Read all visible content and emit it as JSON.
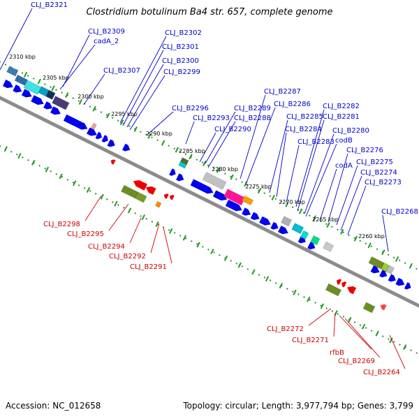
{
  "title": "Clostridium botulinum Ba4 str. 657, complete genome",
  "footer": {
    "accession": "Accession: NC_012658",
    "summary": "Topology: circular; Length: 3,977,794 bp; Genes: 3,799"
  },
  "colors": {
    "backbone": "#8c8c8c",
    "dots": "#229922",
    "cds": "#0000ee",
    "label_forward": "#0000cc",
    "label_reverse": "#cc0000",
    "olive": "#6b8e23",
    "red": "#ee0000",
    "cyan": "#00cccc",
    "grey": "#c0c0c0",
    "magenta": "#ff1493",
    "orange": "#ff9900",
    "purple": "#4b3c78",
    "green": "#00dd88"
  },
  "ticks": [
    "2310 kbp",
    "2305 kbp",
    "2300 kbp",
    "2295 kbp",
    "2290 kbp",
    "2285 kbp",
    "2280 kbp",
    "2275 kbp",
    "2270 kbp",
    "2265 kbp",
    "2260 kbp"
  ],
  "labels_forward": [
    "CLJ_B2321",
    "CLJ_B2309",
    "cadA_2",
    "CLJ_B2307",
    "CLJ_B2302",
    "CLJ_B2301",
    "CLJ_B2300",
    "CLJ_B2299",
    "CLJ_B2296",
    "CLJ_B2293",
    "CLJ_B2290",
    "CLJ_B2289",
    "CLJ_B2288",
    "CLJ_B2287",
    "CLJ_B2286",
    "CLJ_B2285",
    "CLJ_B2284",
    "CLJ_B2283",
    "CLJ_B2282",
    "CLJ_B2281",
    "CLJ_B2280",
    "codB",
    "codA",
    "CLJ_B2276",
    "CLJ_B2275",
    "CLJ_B2274",
    "CLJ_B2273",
    "CLJ_B2268"
  ],
  "labels_reverse": [
    "CLJ_B2298",
    "CLJ_B2295",
    "CLJ_B2294",
    "CLJ_B2292",
    "CLJ_B2291",
    "CLJ_B2272",
    "CLJ_B2271",
    "rfbB",
    "CLJ_B2269",
    "CLJ_B2264"
  ]
}
